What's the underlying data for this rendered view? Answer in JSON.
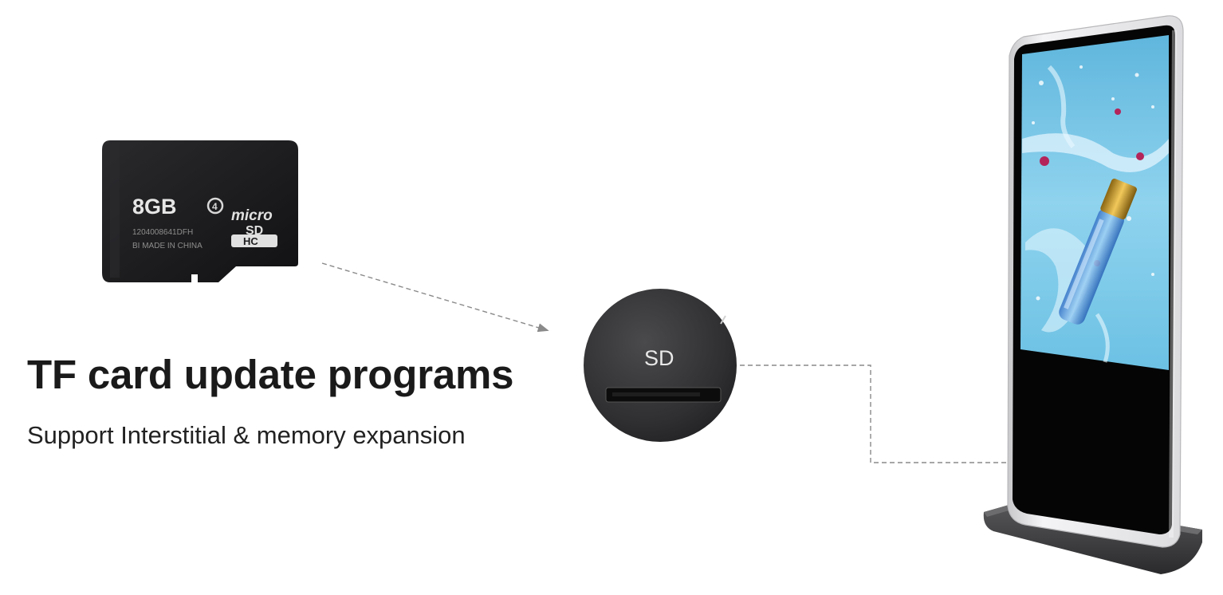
{
  "card": {
    "capacity": "8GB",
    "speed_class": "4",
    "brand_micro": "micro",
    "brand_sd": "SD",
    "brand_hc": "HC",
    "serial": "1204008641DFH",
    "origin": "BI MADE IN CHINA"
  },
  "headline": {
    "title": "TF card update programs",
    "subtitle": "Support Interstitial & memory expansion"
  },
  "slot": {
    "label": "SD"
  },
  "colors": {
    "card_body": "#1d1d1f",
    "text_dark": "#1a1a1a",
    "connector": "#8a8a8a",
    "kiosk_frame": "#e8e8ea",
    "screen_sky": "#7fd0ee"
  }
}
